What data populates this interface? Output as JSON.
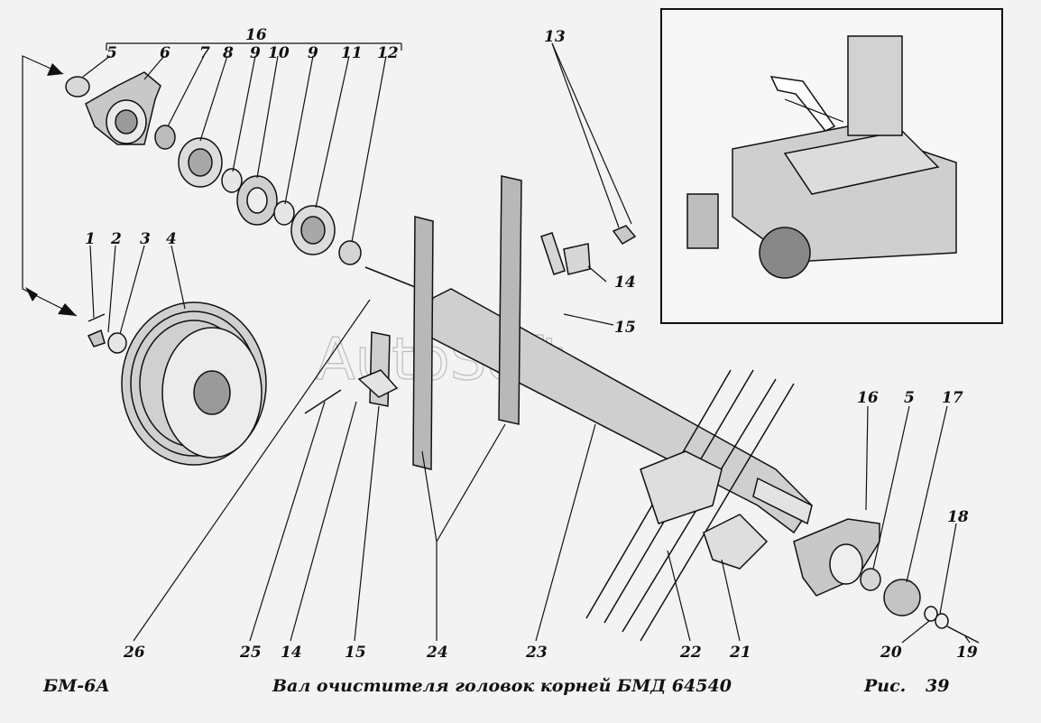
{
  "footer": {
    "model": "БМ-6А",
    "caption": "Вал очистителя головок корней  БМД 64540",
    "fig_prefix": "Рис.",
    "fig_number": "39"
  },
  "watermark": "AutoSoft",
  "callouts": {
    "c1": "1",
    "c2": "2",
    "c3": "3",
    "c4": "4",
    "c5a": "5",
    "c5b": "5",
    "c6": "6",
    "c7": "7",
    "c8": "8",
    "c9a": "9",
    "c9b": "9",
    "c10": "10",
    "c11": "11",
    "c12": "12",
    "c13": "13",
    "c14a": "14",
    "c14b": "14",
    "c15a": "15",
    "c15b": "15",
    "c16a": "16",
    "c16b": "16",
    "c17": "17",
    "c18": "18",
    "c19": "19",
    "c20": "20",
    "c21": "21",
    "c22": "22",
    "c23": "23",
    "c24": "24",
    "c25": "25",
    "c26": "26"
  },
  "colors": {
    "ink": "#111111",
    "paper": "#f3f3f3",
    "metal": "#c9c9c9",
    "metal_dark": "#8a8a8a"
  }
}
